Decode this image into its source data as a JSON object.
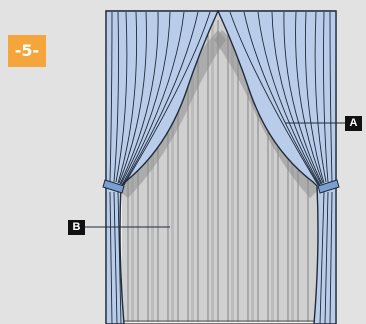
{
  "step": {
    "label": "-5-"
  },
  "callouts": {
    "a": "A",
    "b": "B"
  },
  "colors": {
    "background": "#e2e2e2",
    "badge": "#f4a53c",
    "curtain_fill": "#b9cdea",
    "sheer_fill": "#d0d0d0",
    "outline": "#1f2a3a",
    "tieback": "#7b9fd0"
  }
}
